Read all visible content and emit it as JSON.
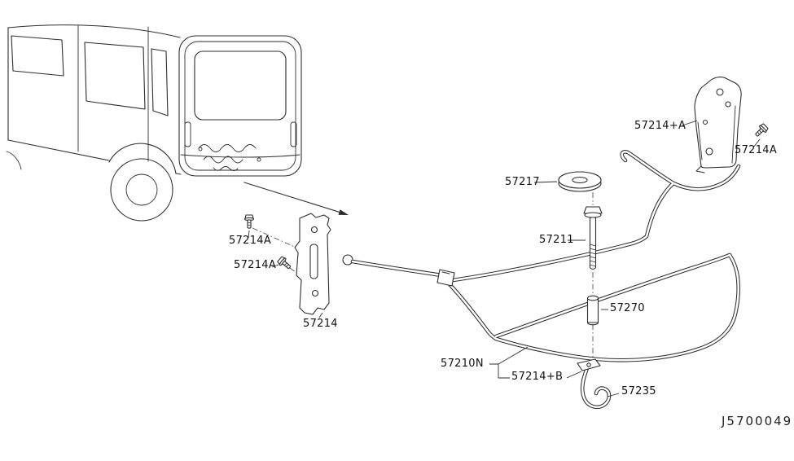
{
  "diagram": {
    "code": "J5700049",
    "colors": {
      "line": "#2e2e2e",
      "background": "#ffffff",
      "text": "#111111"
    },
    "labels": {
      "bracket_a": "57214+A",
      "screw_a_right": "57214A",
      "washer": "57217",
      "hanger_bolt": "57211",
      "spacer": "57270",
      "screw_a_top": "57214A",
      "screw_a_side": "57214A",
      "bracket": "57214",
      "carrier_tube": "57210N",
      "bracket_b": "57214+B",
      "hook": "57235"
    }
  }
}
